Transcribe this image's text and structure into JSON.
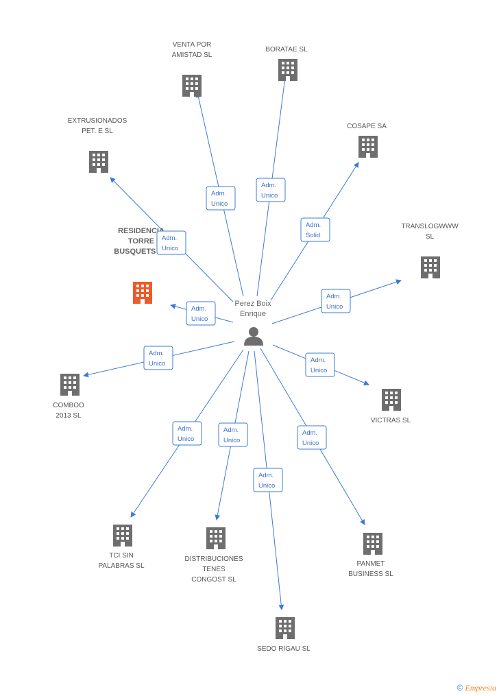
{
  "center": {
    "name_lines": [
      "Perez Boix",
      "Enrique"
    ],
    "icon": "person-icon"
  },
  "colors": {
    "edge": "#3a7bd5",
    "company": "#6e6e6e",
    "focus_company": "#f05a28"
  },
  "companies": [
    {
      "id": "venta-por-amistad",
      "lines": [
        "VENTA POR",
        "AMISTAD SL"
      ],
      "role": [
        "Adm.",
        "Unico"
      ],
      "focus": false
    },
    {
      "id": "boratae",
      "lines": [
        "BORATAE SL"
      ],
      "role": [
        "Adm.",
        "Unico"
      ],
      "focus": false
    },
    {
      "id": "extrusionados",
      "lines": [
        "EXTRUSIONADOS",
        "PET. E SL"
      ],
      "role": [
        "Adm.",
        "Unico"
      ],
      "focus": false
    },
    {
      "id": "cosape",
      "lines": [
        "COSAPE SA"
      ],
      "role": [
        "Adm.",
        "Solid."
      ],
      "focus": false
    },
    {
      "id": "translogwww",
      "lines": [
        "TRANSLOGWWW",
        "SL"
      ],
      "role": [
        "Adm.",
        "Unico"
      ],
      "focus": false
    },
    {
      "id": "residencia-torre",
      "lines": [
        "RESIDENCIA",
        "TORRE",
        "BUSQUETS SA"
      ],
      "role": [
        "Adm.",
        "Unico"
      ],
      "focus": true
    },
    {
      "id": "comboo",
      "lines": [
        "COMBOO",
        "2013  SL"
      ],
      "role": [
        "Adm.",
        "Unico"
      ],
      "focus": false
    },
    {
      "id": "victras",
      "lines": [
        "VICTRAS  SL"
      ],
      "role": [
        "Adm.",
        "Unico"
      ],
      "focus": false
    },
    {
      "id": "tci-sin-palabras",
      "lines": [
        "TCI SIN",
        "PALABRAS SL"
      ],
      "role": [
        "Adm.",
        "Unico"
      ],
      "focus": false
    },
    {
      "id": "distribuciones-tenes",
      "lines": [
        "DISTRIBUCIONES",
        "TENES",
        "CONGOST SL"
      ],
      "role": [
        "Adm.",
        "Unico"
      ],
      "focus": false
    },
    {
      "id": "sedo-rigau",
      "lines": [
        "SEDO RIGAU SL"
      ],
      "role": [
        "Adm.",
        "Unico"
      ],
      "focus": false
    },
    {
      "id": "panmet",
      "lines": [
        "PANMET",
        "BUSINESS SL"
      ],
      "role": [
        "Adm.",
        "Unico"
      ],
      "focus": false
    }
  ],
  "watermark": {
    "symbol": "©",
    "brand": "Empresia"
  }
}
